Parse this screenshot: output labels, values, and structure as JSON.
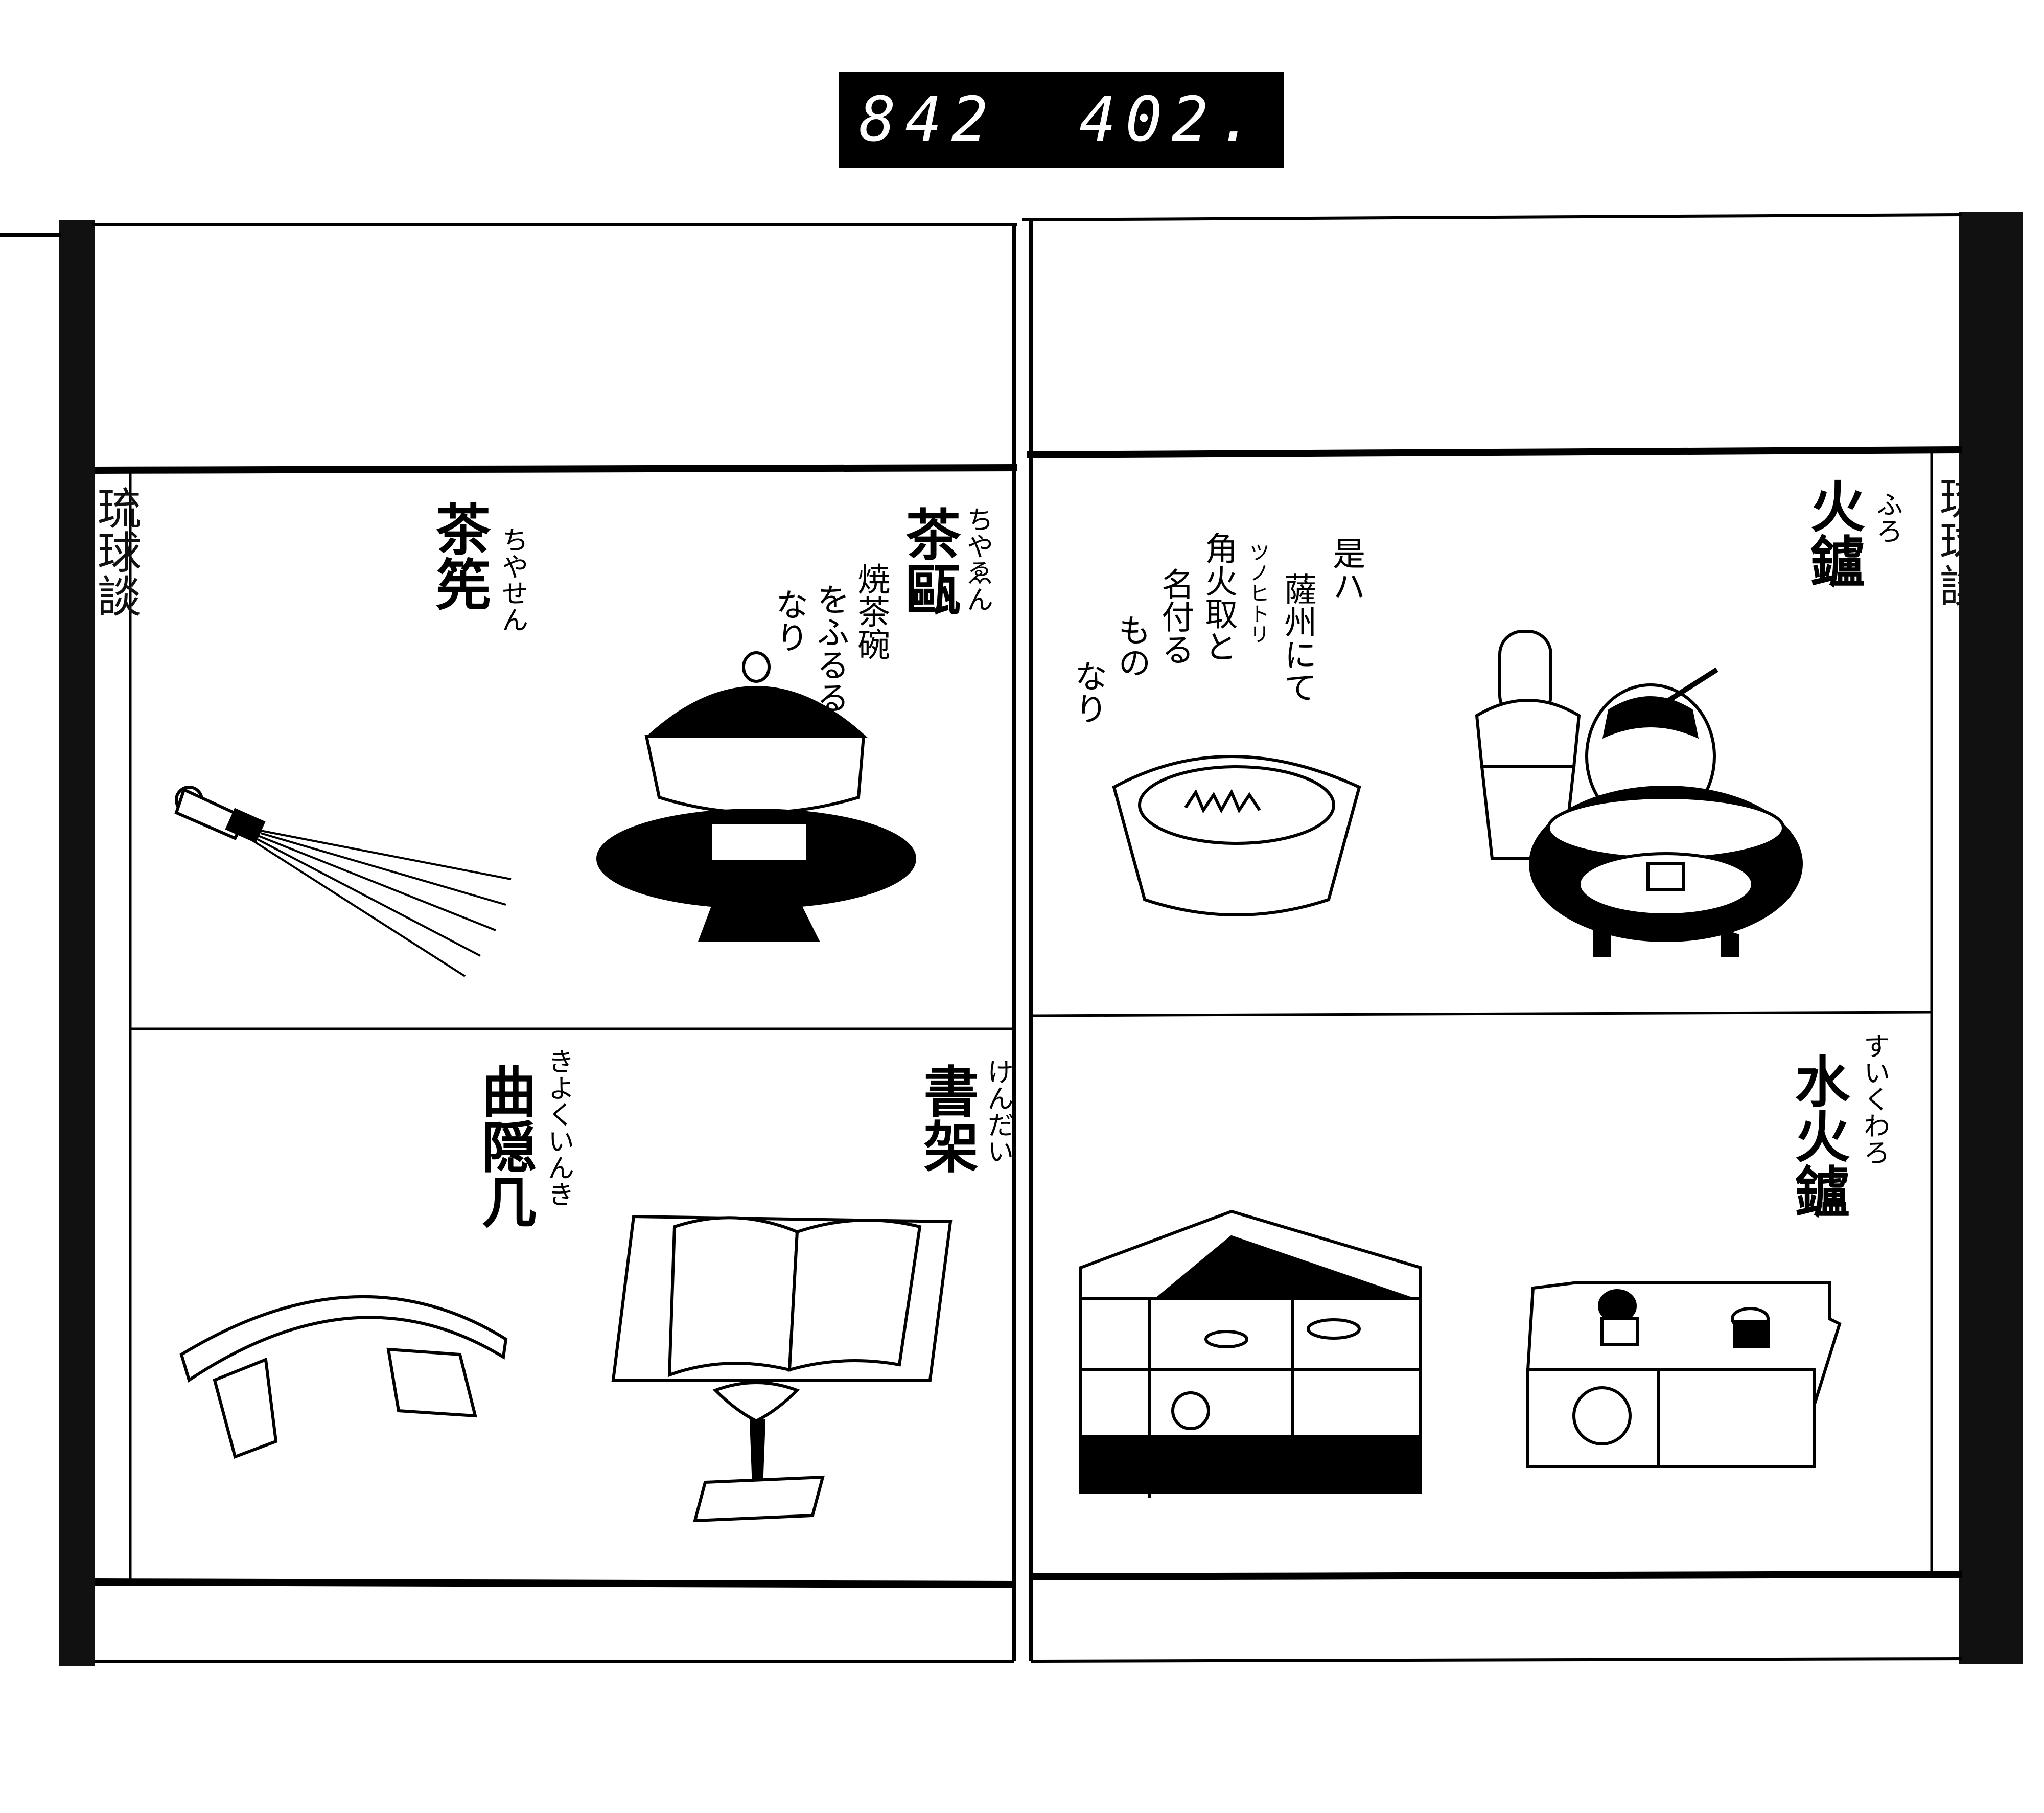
{
  "counter": {
    "left": "842",
    "right": "402."
  },
  "left_page": {
    "margin_title": "琉球談",
    "items": [
      {
        "title": "茶甌",
        "reading": "ちやゑん",
        "note": [
          "焼茶碗",
          "をふるる",
          "なり"
        ]
      },
      {
        "title": "茶筅",
        "reading": "ちやせん"
      },
      {
        "title": "書架",
        "reading": "けんだい"
      },
      {
        "title": "曲隠几",
        "reading": "きよくいんき"
      }
    ]
  },
  "right_page": {
    "margin_title": "琉球談",
    "items": [
      {
        "title": "火鑪",
        "reading": "ふろ",
        "note": [
          "是ハ",
          "薩州にて",
          "角火取と",
          "名付る",
          "もの",
          "なり"
        ],
        "note_ruby": "ツノヒトリ"
      },
      {
        "title": "水火鑪",
        "reading": "すいくわろ"
      }
    ]
  }
}
